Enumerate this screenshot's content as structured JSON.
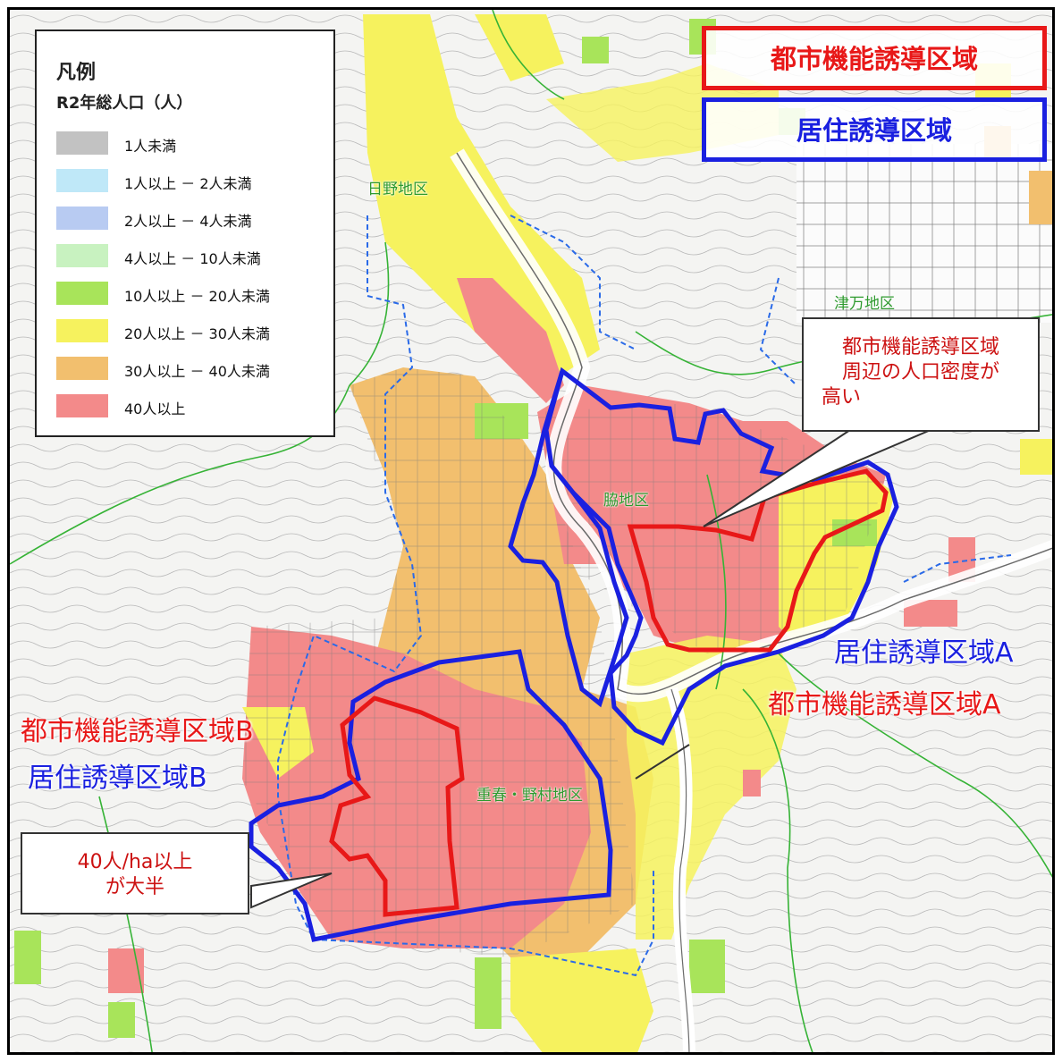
{
  "legend": {
    "title": "凡例",
    "subtitle": "R2年総人口（人）",
    "items": [
      {
        "label": "1人未満",
        "color": "#c2c2c2"
      },
      {
        "label": "1人以上 － 2人未満",
        "color": "#bfe8f8"
      },
      {
        "label": "2人以上 － 4人未満",
        "color": "#b8cbf2"
      },
      {
        "label": "4人以上 － 10人未満",
        "color": "#c8f2c0"
      },
      {
        "label": "10人以上 － 20人未満",
        "color": "#a8e45a"
      },
      {
        "label": "20人以上 － 30人未満",
        "color": "#f6f25e"
      },
      {
        "label": "30人以上 － 40人未満",
        "color": "#f2bf6e"
      },
      {
        "label": "40人以上",
        "color": "#f38a8a"
      }
    ]
  },
  "key_boxes": {
    "urban": {
      "label": "都市機能誘導区域",
      "color": "#e81818"
    },
    "residential": {
      "label": "居住誘導区域",
      "color": "#1a20e0"
    }
  },
  "callouts": {
    "top_right": {
      "lines": [
        "都市機能誘導区域",
        "周辺の人口密度が",
        "高い"
      ]
    },
    "bottom_left": {
      "lines": [
        "40人/ha以上",
        "が大半"
      ]
    }
  },
  "area_labels": {
    "residential_a": "居住誘導区域A",
    "urban_a": "都市機能誘導区域A",
    "urban_b": "都市機能誘導区域B",
    "residential_b": "居住誘導区域B"
  },
  "districts": {
    "hino": "日野地区",
    "tsuma": "津万地区",
    "waki": "脇地区",
    "shigeharu_nomura": "重春・野村地区"
  }
}
